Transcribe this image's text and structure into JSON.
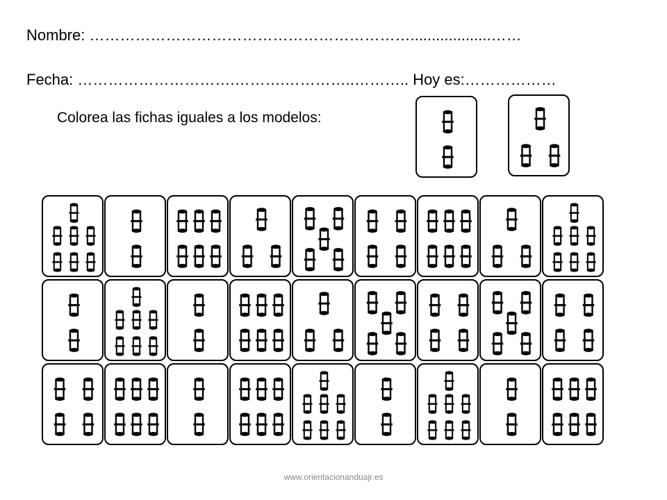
{
  "header": {
    "nombre_label": "Nombre:",
    "nombre_dots": "………………………………………………………...................……",
    "fecha_label": "Fecha:",
    "fecha_dots": "………………………….……….…………..……….. Hoy es:………………"
  },
  "instruction": "Colorea las fichas iguales a los modelos:",
  "models": [
    "pair",
    "tri"
  ],
  "grid": [
    [
      "ten",
      "pair",
      "six",
      "tri",
      "five",
      "four",
      "six",
      "tri",
      "ten"
    ],
    [
      "pair",
      "ten",
      "pair",
      "six",
      "tri",
      "five",
      "four",
      "five",
      "four"
    ],
    [
      "four",
      "six",
      "pair",
      "six",
      "ten",
      "pair",
      "ten",
      "pair",
      "six"
    ]
  ],
  "footer": "www.orientacionanduajr.es",
  "colors": {
    "ink": "#000000",
    "paper": "#ffffff",
    "footer": "#888888"
  }
}
